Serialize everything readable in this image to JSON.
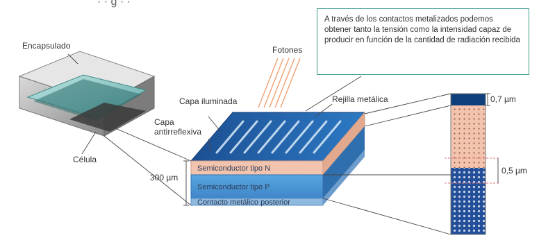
{
  "top_text": "·  · g ·  ·",
  "labels": {
    "encapsulado": "Encapsulado",
    "celula": "Célula",
    "fotones": "Fotones",
    "capa_iluminada": "Capa iluminada",
    "capa_antirreflexiva_1": "Capa",
    "capa_antirreflexiva_2": "antirreflexiva",
    "rejilla_metalica": "Rejilla metálica",
    "semiconductor_n": "Semiconductor tipo N",
    "semiconductor_p": "Semiconductor tipo P",
    "contacto_posterior": "Contacto metálico posterior",
    "thickness_total": "300 µm",
    "thickness_top": "0,7 µm",
    "thickness_junction": "0,5 µm"
  },
  "note": {
    "text": "A través de los contactos metalizados podemos obtener tanto la tensión como la intensidad capaz de producir en función de la cantidad de radiación recibida"
  },
  "colors": {
    "n_layer": "#f2c4ae",
    "p_layer": "#4a90d0",
    "top_surface": "#1f5fa8",
    "frame": "#9a9a9a",
    "note_border": "#3a9a8a",
    "photon_rays": "#f0a070"
  }
}
